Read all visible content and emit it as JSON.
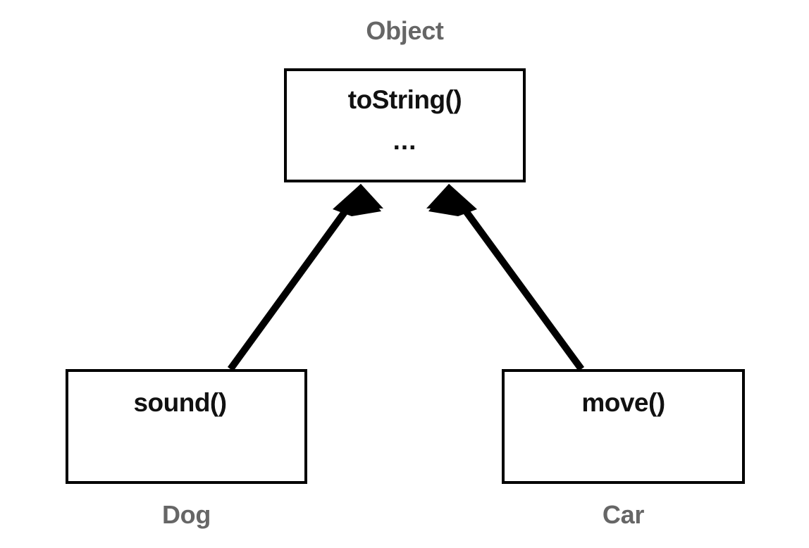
{
  "diagram": {
    "type": "uml-inheritance",
    "colors": {
      "box_border": "#000000",
      "box_fill": "#ffffff",
      "class_name_text": "#666666",
      "member_text": "#111111",
      "arrow": "#000000",
      "background": "#ffffff"
    },
    "classes": [
      {
        "id": "object",
        "name": "Object",
        "role": "superclass",
        "name_label_position": "above",
        "members": [
          "toString()",
          "..."
        ]
      },
      {
        "id": "dog",
        "name": "Dog",
        "role": "subclass",
        "name_label_position": "below",
        "members": [
          "sound()"
        ]
      },
      {
        "id": "car",
        "name": "Car",
        "role": "subclass",
        "name_label_position": "below",
        "members": [
          "move()"
        ]
      }
    ],
    "relations": [
      {
        "id": "dog-extends-object",
        "from": "dog",
        "to": "object",
        "kind": "inheritance",
        "arrow": "solid-filled-triangle"
      },
      {
        "id": "car-extends-object",
        "from": "car",
        "to": "object",
        "kind": "inheritance",
        "arrow": "solid-filled-triangle"
      }
    ]
  }
}
